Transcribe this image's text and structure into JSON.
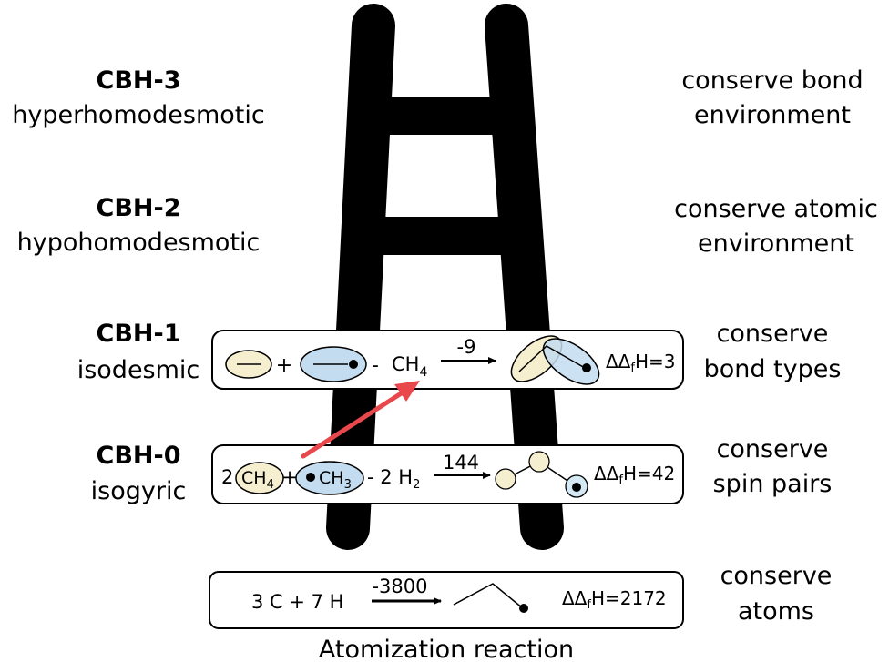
{
  "colors": {
    "cream": "#f6efcf",
    "blue": "#c3dcef",
    "light_blue": "#d4e9f3",
    "arrow_red": "#e8474c",
    "ladder": "#000000"
  },
  "levels": [
    {
      "id": "cbh3",
      "name": "CBH-3",
      "type": "hyperhomodesmotic",
      "conserve": [
        "conserve bond",
        "environment"
      ]
    },
    {
      "id": "cbh2",
      "name": "CBH-2",
      "type": "hypohomodesmotic",
      "conserve": [
        "conserve atomic",
        "environment"
      ]
    },
    {
      "id": "cbh1",
      "name": "CBH-1",
      "type": "isodesmic",
      "conserve": [
        "conserve",
        "bond types"
      ]
    },
    {
      "id": "cbh0",
      "name": "CBH-0",
      "type": "isogyric",
      "conserve": [
        "conserve",
        "spin pairs"
      ]
    }
  ],
  "cbh1_reaction": {
    "plus": "+",
    "minus": "-",
    "ch4": "CH",
    "ch4_sub": "4",
    "arrow_value": "-9",
    "delta_prefix": "ΔΔ",
    "delta_sub": "f",
    "delta_suffix": "H=3"
  },
  "cbh0_reaction": {
    "coef": "2",
    "ch4": "CH",
    "ch4_sub": "4",
    "plus": "+",
    "ch3": "CH",
    "ch3_sub": "3",
    "minus_h2": "- 2 H",
    "h2_sub": "2",
    "arrow_value": "144",
    "delta_prefix": "ΔΔ",
    "delta_sub": "f",
    "delta_suffix": "H=42"
  },
  "atomization": {
    "reactants": "3 C  + 7 H",
    "arrow_value": "-3800",
    "delta_prefix": "ΔΔ",
    "delta_sub": "f",
    "delta_suffix": "H=2172",
    "conserve": [
      "conserve",
      "atoms"
    ],
    "caption": "Atomization reaction"
  }
}
